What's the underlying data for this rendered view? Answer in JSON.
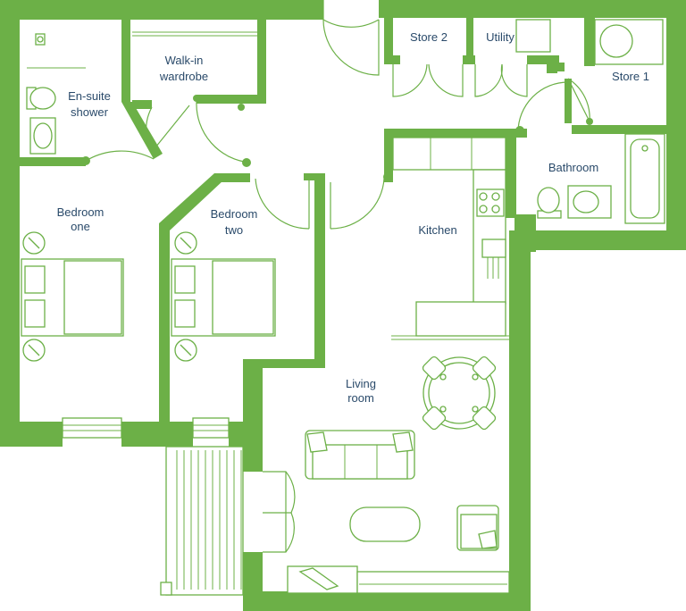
{
  "plan": {
    "wall_color": "#6cb047",
    "label_color": "#2a4a6a",
    "rooms": {
      "ensuite": [
        "En-suite",
        "shower"
      ],
      "walkin": [
        "Walk-in",
        "wardrobe"
      ],
      "store2": "Store 2",
      "utility": "Utility",
      "store1": "Store 1",
      "bathroom": "Bathroom",
      "bedroom_one": [
        "Bedroom",
        "one"
      ],
      "bedroom_two": [
        "Bedroom",
        "two"
      ],
      "kitchen": "Kitchen",
      "living": [
        "Living",
        "room"
      ]
    }
  }
}
